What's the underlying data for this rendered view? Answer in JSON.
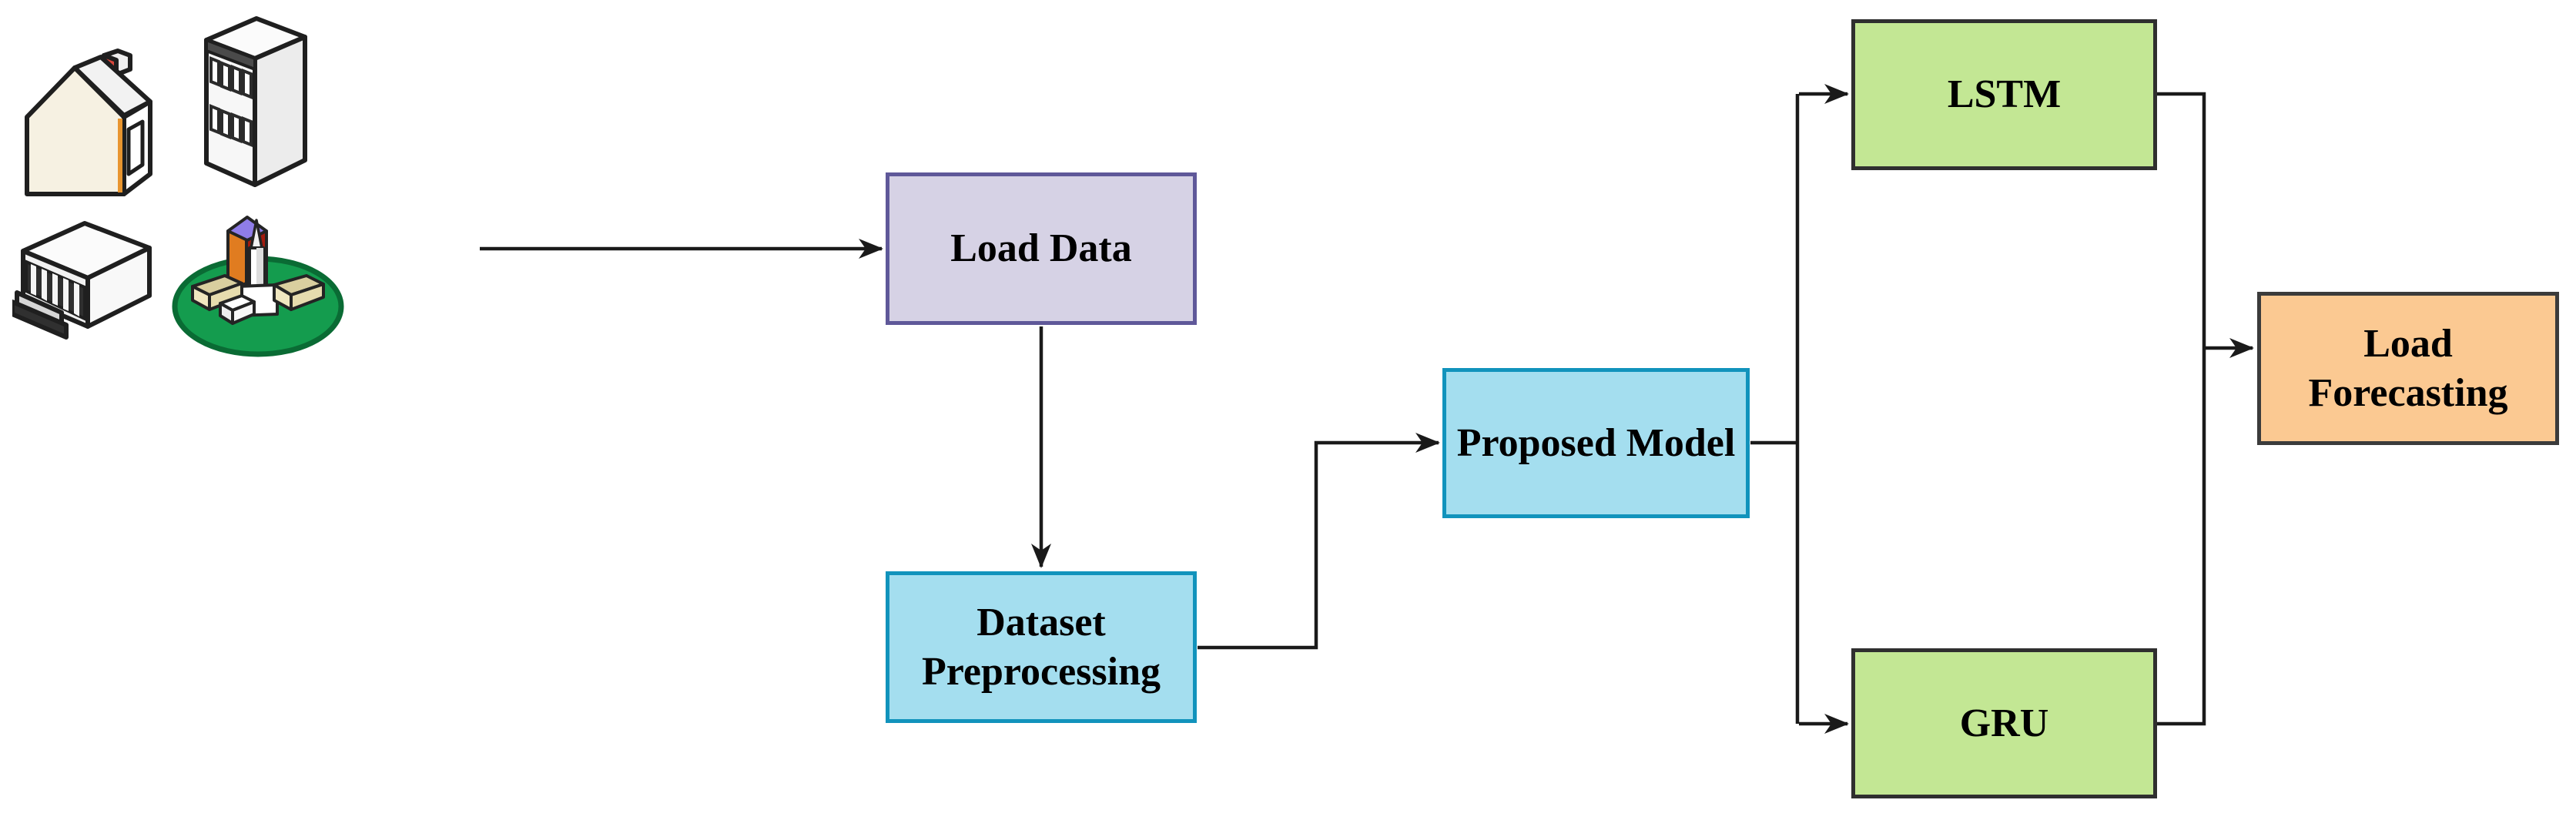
{
  "diagram": {
    "nodes": [
      {
        "id": "load-data",
        "label": "Load Data",
        "fill": "#D6D2E5",
        "border": "#5F5899"
      },
      {
        "id": "dataset-preprocessing",
        "label": "Dataset Preprocessing",
        "line1": "Dataset",
        "line2": "Preprocessing",
        "fill": "#A4DEEF",
        "border": "#1193BC"
      },
      {
        "id": "proposed-model",
        "label": "Proposed Model",
        "fill": "#A4DEEF",
        "border": "#1193BC"
      },
      {
        "id": "lstm",
        "label": "LSTM",
        "fill": "#C3E794",
        "border": "#2F2F2F"
      },
      {
        "id": "gru",
        "label": "GRU",
        "fill": "#C3E794",
        "border": "#2F2F2F"
      },
      {
        "id": "load-forecasting",
        "label": "Load Forecasting",
        "fill": "#FBC992",
        "border": "#3B3B3B"
      }
    ],
    "edges": [
      {
        "from": "consumer-buildings",
        "to": "load-data",
        "arrow": true
      },
      {
        "from": "load-data",
        "to": "dataset-preprocessing",
        "arrow": true
      },
      {
        "from": "dataset-preprocessing",
        "to": "proposed-model",
        "arrow": true
      },
      {
        "from": "proposed-model",
        "to": "lstm",
        "arrow": true
      },
      {
        "from": "proposed-model",
        "to": "gru",
        "arrow": true
      },
      {
        "from": "lstm",
        "to": "load-forecasting",
        "arrow": true
      },
      {
        "from": "gru",
        "to": "load-forecasting",
        "arrow": true
      }
    ],
    "line_color": "#1A1A1A"
  },
  "icons": [
    {
      "name": "house-icon"
    },
    {
      "name": "office-building-icon"
    },
    {
      "name": "warehouse-icon"
    },
    {
      "name": "campus-icon"
    }
  ]
}
